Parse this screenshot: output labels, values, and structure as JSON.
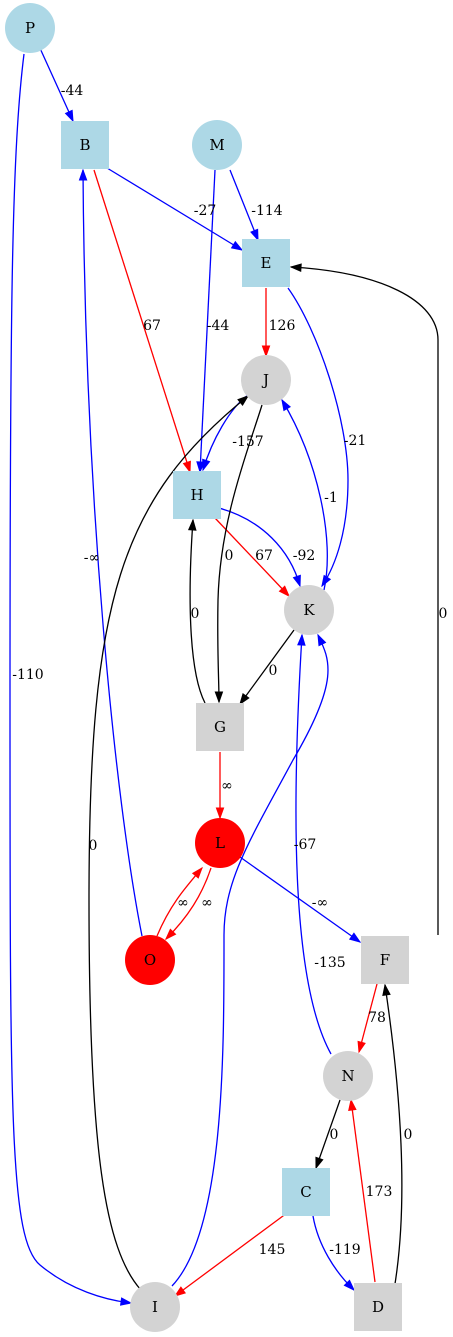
{
  "graph": {
    "nodes": [
      {
        "id": "P",
        "label": "P",
        "shape": "circle",
        "color": "#add8e6"
      },
      {
        "id": "B",
        "label": "B",
        "shape": "box",
        "color": "#add8e6"
      },
      {
        "id": "M",
        "label": "M",
        "shape": "circle",
        "color": "#add8e6"
      },
      {
        "id": "E",
        "label": "E",
        "shape": "box",
        "color": "#add8e6"
      },
      {
        "id": "J",
        "label": "J",
        "shape": "circle",
        "color": "#d3d3d3"
      },
      {
        "id": "H",
        "label": "H",
        "shape": "box",
        "color": "#add8e6"
      },
      {
        "id": "K",
        "label": "K",
        "shape": "circle",
        "color": "#d3d3d3"
      },
      {
        "id": "G",
        "label": "G",
        "shape": "box",
        "color": "#d3d3d3"
      },
      {
        "id": "L",
        "label": "L",
        "shape": "circle",
        "color": "#ff0000"
      },
      {
        "id": "O",
        "label": "O",
        "shape": "circle",
        "color": "#ff0000"
      },
      {
        "id": "F",
        "label": "F",
        "shape": "box",
        "color": "#d3d3d3"
      },
      {
        "id": "N",
        "label": "N",
        "shape": "circle",
        "color": "#d3d3d3"
      },
      {
        "id": "C",
        "label": "C",
        "shape": "box",
        "color": "#add8e6"
      },
      {
        "id": "I",
        "label": "I",
        "shape": "circle",
        "color": "#d3d3d3"
      },
      {
        "id": "D",
        "label": "D",
        "shape": "box",
        "color": "#d3d3d3"
      }
    ],
    "edges": [
      {
        "id": "P-B",
        "from": "P",
        "to": "B",
        "label": "-44",
        "color": "#0000ff"
      },
      {
        "id": "P-I",
        "from": "P",
        "to": "I",
        "label": "-110",
        "color": "#0000ff"
      },
      {
        "id": "B-E",
        "from": "B",
        "to": "E",
        "label": "-27",
        "color": "#0000ff"
      },
      {
        "id": "M-E",
        "from": "M",
        "to": "E",
        "label": "-114",
        "color": "#0000ff"
      },
      {
        "id": "B-H",
        "from": "B",
        "to": "H",
        "label": "67",
        "color": "#ff0000"
      },
      {
        "id": "M-H",
        "from": "M",
        "to": "H",
        "label": "-44",
        "color": "#0000ff"
      },
      {
        "id": "E-J",
        "from": "E",
        "to": "J",
        "label": "126",
        "color": "#ff0000"
      },
      {
        "id": "E-K",
        "from": "E",
        "to": "K",
        "label": "-21",
        "color": "#0000ff"
      },
      {
        "id": "J-H",
        "from": "J",
        "to": "H",
        "label": "-157",
        "color": "#0000ff"
      },
      {
        "id": "K-J",
        "from": "K",
        "to": "J",
        "label": "-1",
        "color": "#0000ff"
      },
      {
        "id": "H-K-red",
        "from": "H",
        "to": "K",
        "label": "67",
        "color": "#ff0000"
      },
      {
        "id": "H-K-blue",
        "from": "H",
        "to": "K",
        "label": "-92",
        "color": "#0000ff"
      },
      {
        "id": "J-G",
        "from": "J",
        "to": "G",
        "label": "0",
        "color": "#000000"
      },
      {
        "id": "G-H",
        "from": "G",
        "to": "H",
        "label": "0",
        "color": "#000000"
      },
      {
        "id": "K-G",
        "from": "K",
        "to": "G",
        "label": "0",
        "color": "#000000"
      },
      {
        "id": "O-B",
        "from": "O",
        "to": "B",
        "label": "-∞",
        "color": "#0000ff"
      },
      {
        "id": "I-J",
        "from": "I",
        "to": "J",
        "label": "0",
        "color": "#000000"
      },
      {
        "id": "G-L",
        "from": "G",
        "to": "L",
        "label": "∞",
        "color": "#ff0000"
      },
      {
        "id": "O-L",
        "from": "O",
        "to": "L",
        "label": "∞",
        "color": "#ff0000"
      },
      {
        "id": "L-O",
        "from": "L",
        "to": "O",
        "label": "∞",
        "color": "#ff0000"
      },
      {
        "id": "L-F",
        "from": "L",
        "to": "F",
        "label": "-∞",
        "color": "#0000ff"
      },
      {
        "id": "F-E",
        "from": "F",
        "to": "E",
        "label": "0",
        "color": "#000000"
      },
      {
        "id": "N-K",
        "from": "N",
        "to": "K",
        "label": "-67",
        "color": "#0000ff"
      },
      {
        "id": "I-K",
        "from": "I",
        "to": "K",
        "label": "-135",
        "color": "#0000ff"
      },
      {
        "id": "F-N",
        "from": "F",
        "to": "N",
        "label": "78",
        "color": "#ff0000"
      },
      {
        "id": "N-C",
        "from": "N",
        "to": "C",
        "label": "0",
        "color": "#000000"
      },
      {
        "id": "D-F",
        "from": "D",
        "to": "F",
        "label": "0",
        "color": "#000000"
      },
      {
        "id": "D-N",
        "from": "D",
        "to": "N",
        "label": "173",
        "color": "#ff0000"
      },
      {
        "id": "C-I",
        "from": "C",
        "to": "I",
        "label": "145",
        "color": "#ff0000"
      },
      {
        "id": "C-D",
        "from": "C",
        "to": "D",
        "label": "-119",
        "color": "#0000ff"
      }
    ]
  }
}
